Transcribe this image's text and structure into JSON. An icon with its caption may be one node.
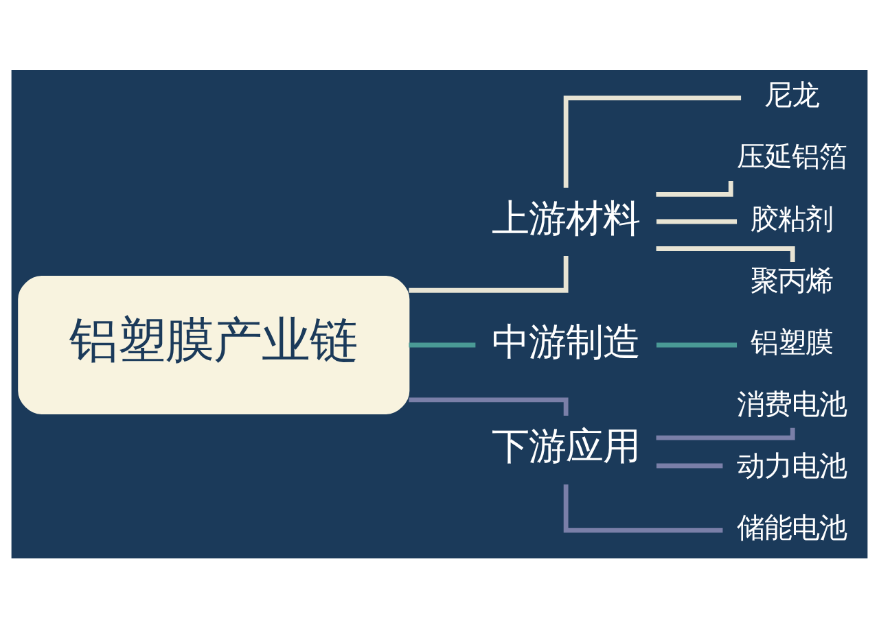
{
  "diagram": {
    "nodes": [
      {
        "text": [
          "铝塑膜产业链"
        ]
      },
      {
        "text": [
          "上游材料"
        ]
      },
      {
        "text": [
          "尼龙"
        ]
      },
      {
        "text": [
          "压延铝箔"
        ]
      },
      {
        "text": [
          "胶粘剂"
        ]
      },
      {
        "text": [
          "聚丙烯"
        ]
      },
      {
        "text": [
          "中游制造"
        ]
      },
      {
        "text": [
          "铝塑膜"
        ]
      },
      {
        "text": [
          "下游应用"
        ]
      },
      {
        "text": [
          "消费电池"
        ]
      },
      {
        "text": [
          "动力电池"
        ]
      },
      {
        "text": [
          "储能电池"
        ]
      }
    ],
    "edges": [
      {
        "from": 0,
        "to": 1,
        "arrow": "none"
      },
      {
        "from": 1,
        "to": 2,
        "arrow": "none"
      },
      {
        "from": 1,
        "to": 3,
        "arrow": "none"
      },
      {
        "from": 1,
        "to": 4,
        "arrow": "none"
      },
      {
        "from": 1,
        "to": 5,
        "arrow": "none"
      },
      {
        "from": 0,
        "to": 6,
        "arrow": "none",
        "color": "#4a9a96"
      },
      {
        "from": 6,
        "to": 7,
        "arrow": "none",
        "color": "#4a9a96"
      },
      {
        "from": 0,
        "to": 8,
        "arrow": "none",
        "color": "#7a7fa8"
      },
      {
        "from": 8,
        "to": 9,
        "arrow": "none",
        "color": "#7a7fa8"
      },
      {
        "from": 8,
        "to": 10,
        "arrow": "none",
        "color": "#7a7fa8"
      },
      {
        "from": 8,
        "to": 11,
        "arrow": "none",
        "color": "#7a7fa8"
      }
    ]
  }
}
